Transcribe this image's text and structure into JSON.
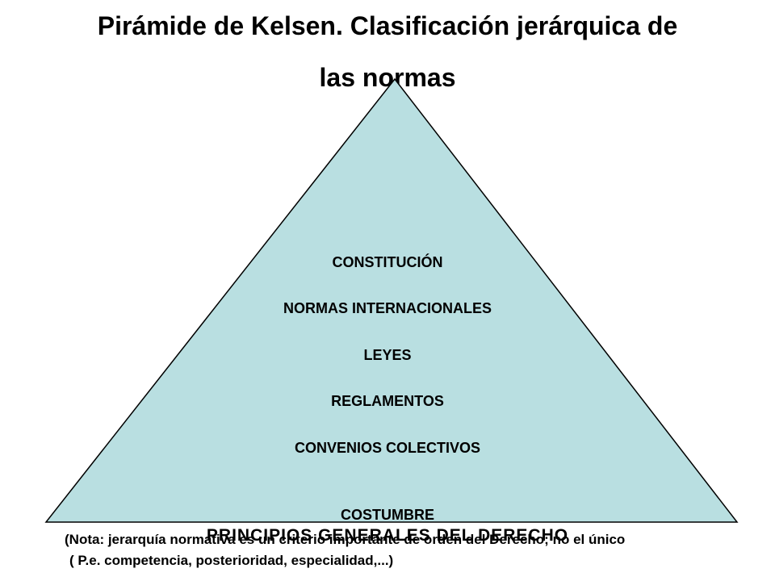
{
  "title": {
    "line1": "Pirámide de Kelsen. Clasificación jerárquica de",
    "line2": "las normas"
  },
  "pyramid": {
    "fill": "#b9dfe1",
    "stroke": "#000000",
    "levels": [
      "CONSTITUCIÓN",
      "NORMAS INTERNACIONALES",
      "LEYES",
      "REGLAMENTOS",
      "CONVENIOS COLECTIVOS",
      "COSTUMBRE",
      "PRINCIPIOS GENERALES DEL DERECHO"
    ]
  },
  "note": {
    "line1": "(Nota: jerarquía normativa es un criterio importante de orden del Derecho; no el único",
    "line2": "( P.e. competencia, posterioridad, especialidad,...)"
  }
}
